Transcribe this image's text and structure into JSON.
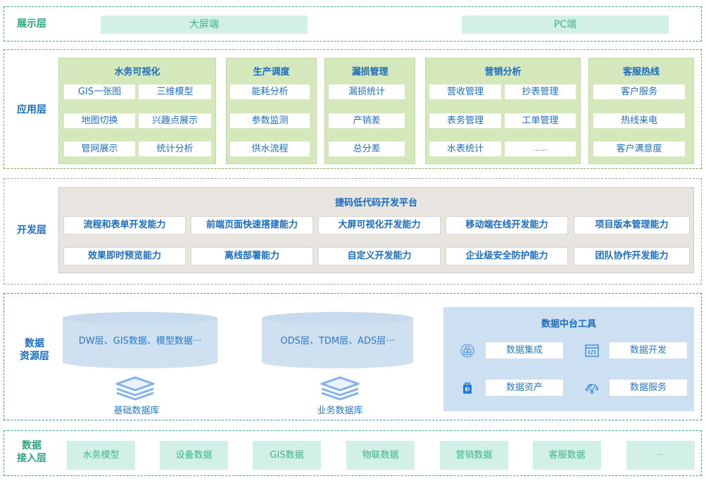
{
  "layers": {
    "display": {
      "label": "展示层",
      "items": [
        "大屏端",
        "PC端"
      ]
    },
    "application": {
      "label": "应用层",
      "groups": [
        {
          "title": "水务可视化",
          "items": [
            "GIS一张图",
            "三维模型",
            "地图切换",
            "兴趣点展示",
            "管网展示",
            "统计分析"
          ]
        },
        {
          "title": "生产调度",
          "items": [
            "能耗分析",
            "参数监测",
            "供水流程"
          ]
        },
        {
          "title": "漏损管理",
          "items": [
            "漏损统计",
            "产销差",
            "总分差"
          ]
        },
        {
          "title": "营销分析",
          "items": [
            "营收管理",
            "抄表管理",
            "表务管理",
            "工单管理",
            "水表统计",
            "……"
          ]
        },
        {
          "title": "客服热线",
          "items": [
            "客户服务",
            "热线来电",
            "客户满意度"
          ]
        }
      ]
    },
    "development": {
      "label": "开发层",
      "platform_title": "捷码低代码开发平台",
      "items": [
        "流程和表单开发能力",
        "前端页面快速搭建能力",
        "大屏可视化开发能力",
        "移动端在线开发能力",
        "项目版本管理能力",
        "效果即时预览能力",
        "离线部署能力",
        "自定义开发能力",
        "企业级安全防护能力",
        "团队协作开发能力"
      ]
    },
    "resource": {
      "label_line1": "数据",
      "label_line2": "资源层",
      "databases": [
        {
          "contents": "DW层、GIS数据、模型数据···",
          "name": "基础数据库",
          "icon": "layers-icon"
        },
        {
          "contents": "ODS层、TDM层、ADS层···",
          "name": "业务数据库",
          "icon": "layers-icon"
        }
      ],
      "tools": {
        "title": "数据中台工具",
        "items": [
          {
            "label": "数据集成",
            "icon": "integration-icon"
          },
          {
            "label": "数据开发",
            "icon": "code-window-icon"
          },
          {
            "label": "数据资产",
            "icon": "asset-bag-icon"
          },
          {
            "label": "数据服务",
            "icon": "service-nodes-icon"
          }
        ]
      }
    },
    "access": {
      "label_line1": "数据",
      "label_line2": "接入层",
      "items": [
        "水务模型",
        "设备数据",
        "GIS数据",
        "物联数据",
        "营销数据",
        "客服数据",
        "···"
      ]
    }
  },
  "colors": {
    "green_accent": "#3cb38e",
    "blue_text": "#1a6cbd",
    "light_green_fill": "#d2f0e8",
    "app_group_fill": "#d5e8bb",
    "dev_panel_fill": "#e8e4e0",
    "resource_fill": "#cde0f1"
  }
}
